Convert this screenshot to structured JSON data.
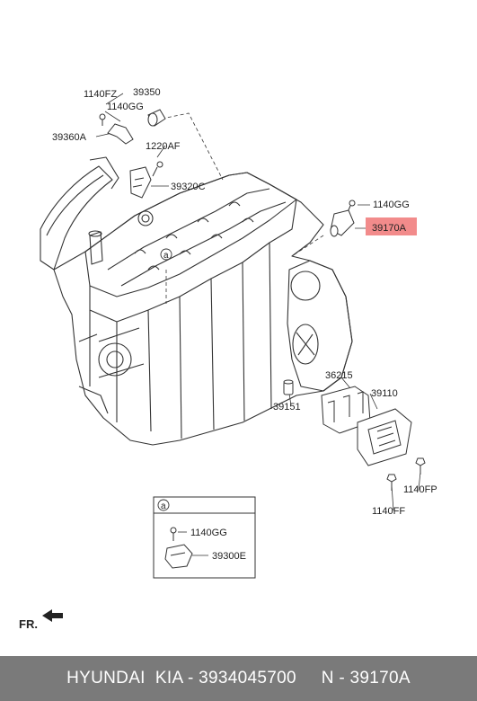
{
  "parts": {
    "p_1140fz": "1140FZ",
    "p_39350": "39350",
    "p_1140gg_top": "1140GG",
    "p_39360a": "39360A",
    "p_1220af": "1220AF",
    "p_39320c": "39320C",
    "p_1140gg_right": "1140GG",
    "p_39170a": "39170A",
    "p_36215": "36215",
    "p_39110": "39110",
    "p_39151": "39151",
    "p_1140fp": "1140FP",
    "p_1140ff": "1140FF"
  },
  "detail": {
    "marker": "a",
    "marker_engine": "a",
    "p_1140gg": "1140GG",
    "p_39300e": "39300E"
  },
  "orientation": {
    "label": "FR."
  },
  "highlight": {
    "color": "#f28b8b",
    "part": "39170A"
  },
  "footer": {
    "text": "HYUNDAI  KIA - 3934045700     N - 39170A",
    "background": "#7a7a7a"
  }
}
